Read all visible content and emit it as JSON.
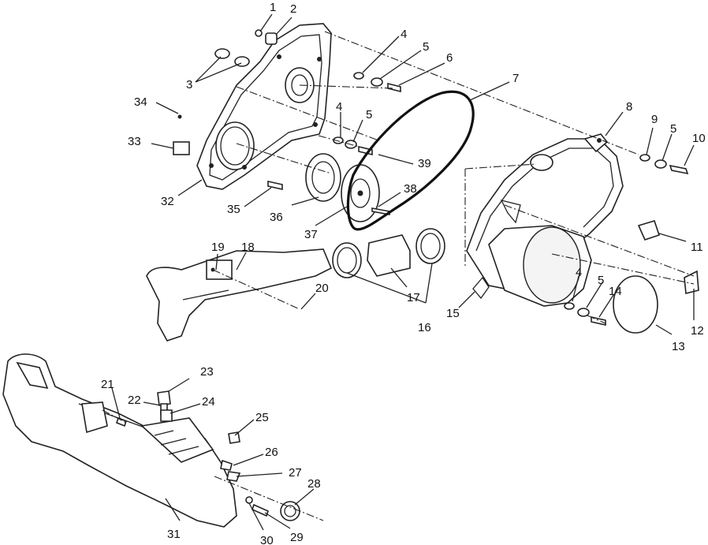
{
  "callouts": [
    {
      "num": "1"
    },
    {
      "num": "2"
    },
    {
      "num": "3"
    },
    {
      "num": "4"
    },
    {
      "num": "5"
    },
    {
      "num": "6"
    },
    {
      "num": "7"
    },
    {
      "num": "34"
    },
    {
      "num": "4"
    },
    {
      "num": "5"
    },
    {
      "num": "8"
    },
    {
      "num": "9"
    },
    {
      "num": "5"
    },
    {
      "num": "10"
    },
    {
      "num": "33"
    },
    {
      "num": "39"
    },
    {
      "num": "32"
    },
    {
      "num": "35"
    },
    {
      "num": "36"
    },
    {
      "num": "38"
    },
    {
      "num": "37"
    },
    {
      "num": "19"
    },
    {
      "num": "18"
    },
    {
      "num": "11"
    },
    {
      "num": "20"
    },
    {
      "num": "17"
    },
    {
      "num": "4"
    },
    {
      "num": "5"
    },
    {
      "num": "14"
    },
    {
      "num": "15"
    },
    {
      "num": "16"
    },
    {
      "num": "12"
    },
    {
      "num": "13"
    },
    {
      "num": "23"
    },
    {
      "num": "21"
    },
    {
      "num": "22"
    },
    {
      "num": "24"
    },
    {
      "num": "25"
    },
    {
      "num": "26"
    },
    {
      "num": "27"
    },
    {
      "num": "28"
    },
    {
      "num": "31"
    },
    {
      "num": "30"
    },
    {
      "num": "29"
    }
  ]
}
